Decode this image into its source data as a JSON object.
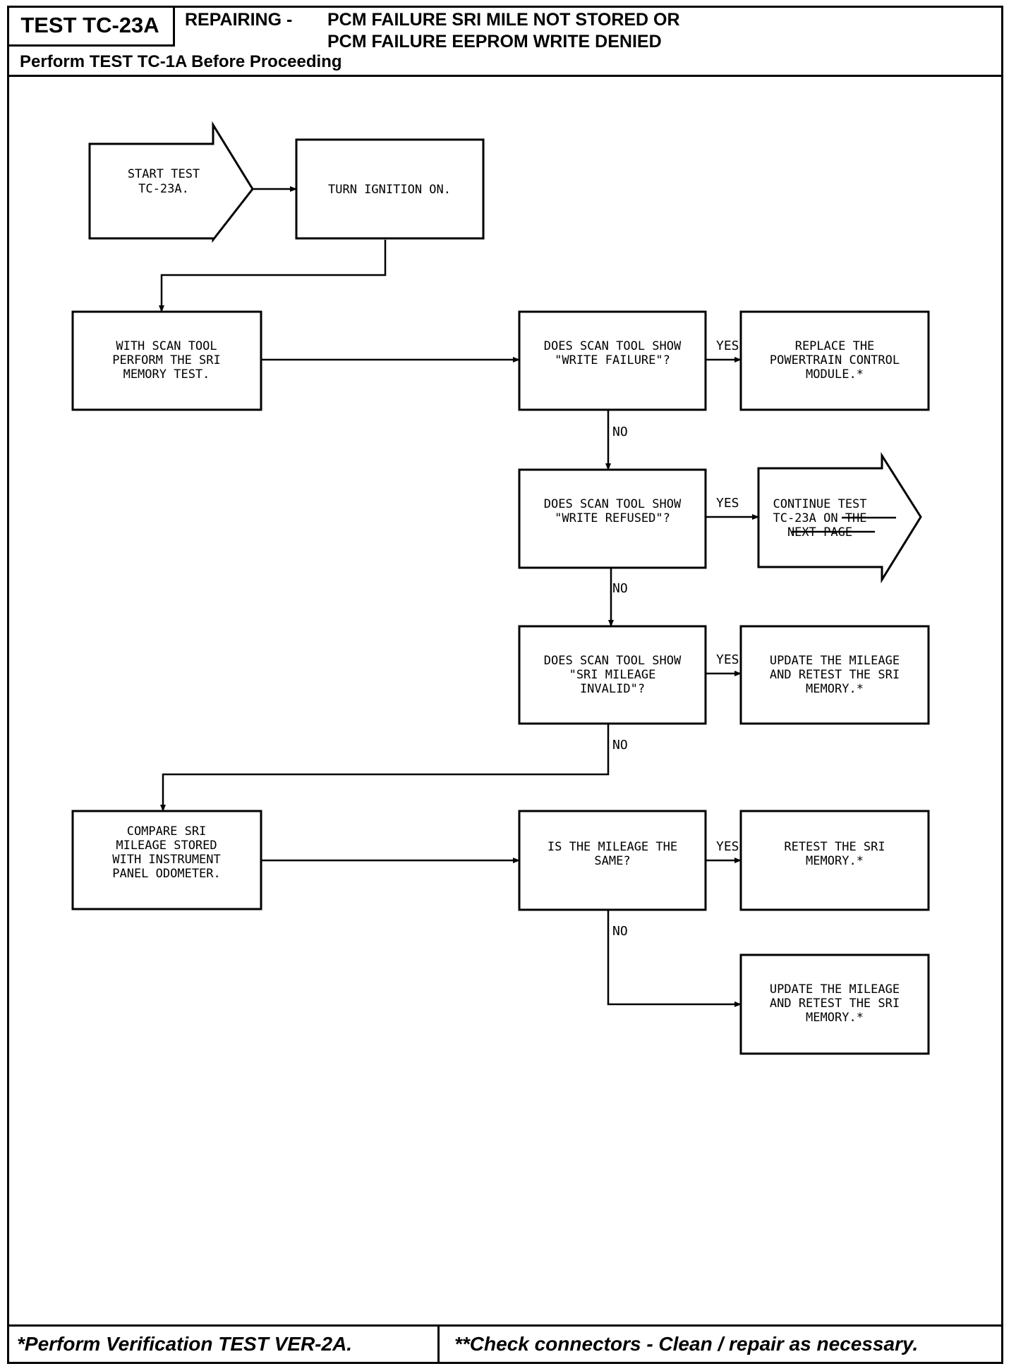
{
  "header": {
    "test_id": "TEST TC-23A",
    "repairing_label": "REPAIRING -",
    "title_line1": "PCM FAILURE SRI MILE NOT STORED OR",
    "title_line2": "PCM FAILURE EEPROM WRITE DENIED",
    "prerequisite": "Perform TEST TC-1A Before Proceeding"
  },
  "flowchart": {
    "start": [
      "START TEST",
      "TC-23A."
    ],
    "turn_on": [
      "TURN IGNITION ON."
    ],
    "memory_test": [
      "WITH SCAN TOOL",
      "PERFORM THE SRI",
      "MEMORY TEST."
    ],
    "q_write_failure": [
      "DOES SCAN TOOL SHOW",
      "\"WRITE FAILURE\"?"
    ],
    "replace_pcm": [
      "REPLACE THE",
      "POWERTRAIN CONTROL",
      "MODULE.*"
    ],
    "q_write_refused": [
      "DOES SCAN TOOL SHOW",
      "\"WRITE REFUSED\"?"
    ],
    "continue": [
      "CONTINUE TEST",
      "TC-23A ON THE",
      "NEXT PAGE"
    ],
    "q_mileage_invalid": [
      "DOES SCAN TOOL SHOW",
      "\"SRI MILEAGE",
      "INVALID\"?"
    ],
    "update_mileage_1": [
      "UPDATE THE MILEAGE",
      "AND RETEST THE SRI",
      "MEMORY.*"
    ],
    "compare": [
      "COMPARE SRI",
      "MILEAGE STORED",
      "WITH INSTRUMENT",
      "PANEL ODOMETER."
    ],
    "q_same": [
      "IS THE MILEAGE THE",
      "SAME?"
    ],
    "retest": [
      "RETEST THE SRI",
      "MEMORY.*"
    ],
    "update_mileage_2": [
      "UPDATE THE MILEAGE",
      "AND RETEST THE SRI",
      "MEMORY.*"
    ],
    "yes_label": "YES",
    "no_label": "NO"
  },
  "footer": {
    "left_note": "*Perform Verification TEST VER-2A.",
    "right_note": "**Check connectors - Clean / repair as necessary."
  }
}
